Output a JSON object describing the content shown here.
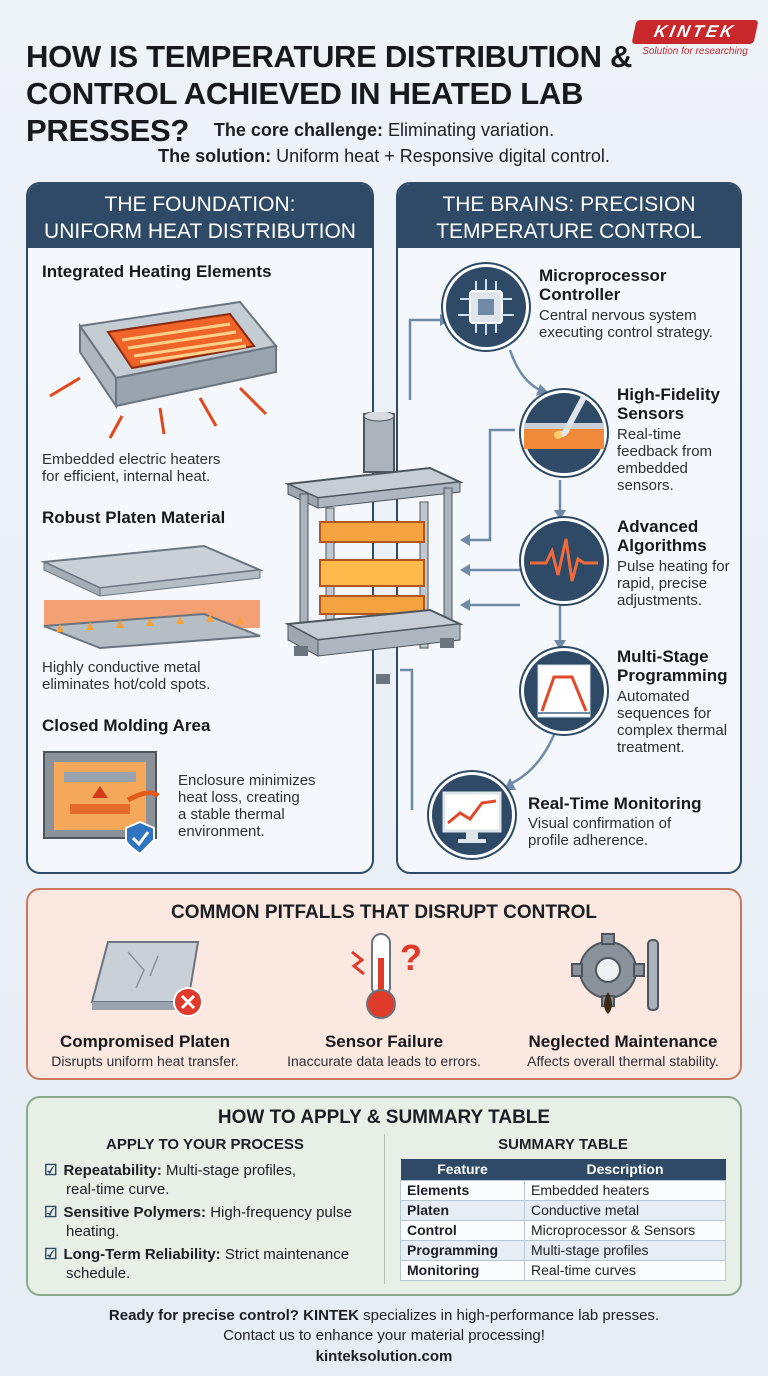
{
  "header": {
    "title_line1": "HOW IS TEMPERATURE DISTRIBUTION &",
    "title_line2": "CONTROL ACHIEVED IN HEATED LAB PRESSES?",
    "challenge_label": "The core challenge:",
    "challenge_text": " Eliminating variation.",
    "solution_label": "The solution:",
    "solution_text": " Uniform heat + Responsive digital control."
  },
  "logo": {
    "brand": "KINTEK",
    "tagline": "Solution for researching"
  },
  "foundation": {
    "header_line1": "THE FOUNDATION:",
    "header_line2": "UNIFORM HEAT DISTRIBUTION",
    "items": [
      {
        "title": "Integrated Heating Elements",
        "desc_line1": "Embedded electric heaters",
        "desc_line2": "for efficient, internal heat."
      },
      {
        "title": "Robust Platen Material",
        "desc_line1": "Highly conductive metal",
        "desc_line2": "eliminates hot/cold spots."
      },
      {
        "title": "Closed Molding Area",
        "desc_line1": "Enclosure minimizes",
        "desc_line2": "heat loss, creating",
        "desc_line3": "a stable thermal",
        "desc_line4": "environment."
      }
    ]
  },
  "brains": {
    "header_line1": "THE BRAINS: PRECISION",
    "header_line2": "TEMPERATURE CONTROL",
    "items": [
      {
        "title_line1": "Microprocessor",
        "title_line2": "Controller",
        "desc_line1": "Central nervous system",
        "desc_line2": "executing control strategy.",
        "icon": "chip-icon"
      },
      {
        "title_line1": "High-Fidelity",
        "title_line2": "Sensors",
        "desc_line1": "Real-time",
        "desc_line2": "feedback from",
        "desc_line3": "embedded",
        "desc_line4": "sensors.",
        "icon": "sensor-probe-icon"
      },
      {
        "title_line1": "Advanced",
        "title_line2": "Algorithms",
        "desc_line1": "Pulse heating for",
        "desc_line2": "rapid, precise",
        "desc_line3": "adjustments.",
        "icon": "pulse-wave-icon"
      },
      {
        "title_line1": "Multi-Stage",
        "title_line2": "Programming",
        "desc_line1": "Automated",
        "desc_line2": "sequences for",
        "desc_line3": "complex thermal",
        "desc_line4": "treatment.",
        "icon": "profile-graph-icon"
      },
      {
        "title_line1": "Real-Time Monitoring",
        "desc_line1": "Visual confirmation of",
        "desc_line2": "profile adherence.",
        "icon": "monitor-icon"
      }
    ]
  },
  "pitfalls": {
    "title": "COMMON PITFALLS THAT DISRUPT CONTROL",
    "items": [
      {
        "title": "Compromised Platen",
        "desc": "Disrupts uniform heat transfer."
      },
      {
        "title": "Sensor Failure",
        "desc": "Inaccurate data leads to errors."
      },
      {
        "title": "Neglected Maintenance",
        "desc": "Affects overall thermal stability."
      }
    ]
  },
  "apply": {
    "title": "HOW TO APPLY & SUMMARY TABLE",
    "left_title": "APPLY TO YOUR PROCESS",
    "items": [
      {
        "label": "Repeatability:",
        "line1": " Multi-stage profiles,",
        "line2": "real-time curve."
      },
      {
        "label": "Sensitive Polymers:",
        "line1": " High-frequency pulse",
        "line2": "heating."
      },
      {
        "label": "Long-Term Reliability:",
        "line1": " Strict maintenance",
        "line2": "schedule."
      }
    ],
    "table_title": "SUMMARY TABLE",
    "table_headers": [
      "Feature",
      "Description"
    ],
    "table_rows": [
      [
        "Elements",
        "Embedded heaters"
      ],
      [
        "Platen",
        "Conductive metal"
      ],
      [
        "Control",
        "Microprocessor & Sensors"
      ],
      [
        "Programming",
        "Multi-stage profiles"
      ],
      [
        "Monitoring",
        "Real-time curves"
      ]
    ]
  },
  "footer": {
    "line1_a": "Ready for precise control? ",
    "line1_b": "KINTEK",
    "line1_c": " specializes in high-performance lab presses.",
    "line2": "Contact us to enhance your material processing!",
    "url": "kinteksolution.com"
  }
}
